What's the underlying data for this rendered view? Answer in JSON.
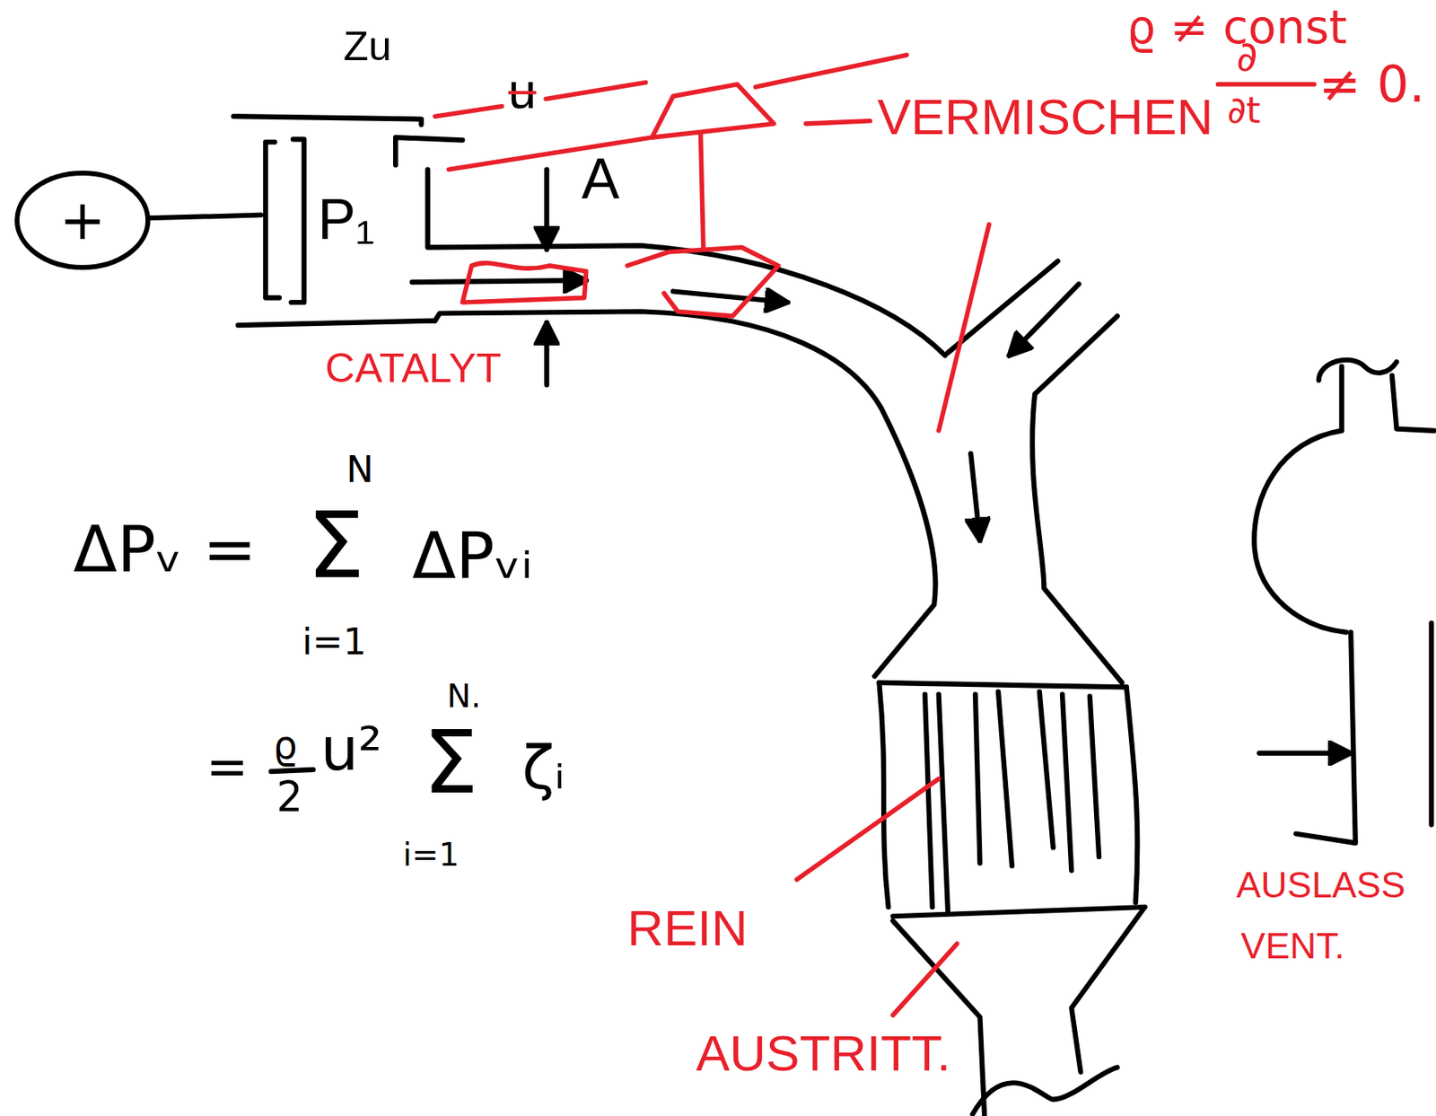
{
  "diagram": {
    "nodes": [
      {
        "text": [
          "+"
        ]
      },
      {
        "text": [
          "P₁"
        ]
      }
    ],
    "edges": [
      {
        "from": 0,
        "to": 1,
        "arrow": "none"
      }
    ],
    "labels": [
      "Zu",
      "u",
      "A",
      "ϱ ≠ const",
      "VERMISCHEN",
      "∂",
      "∂t",
      "≠ 0.",
      "CATALYT",
      "ΔPᵥ =",
      "N",
      "Σ",
      "i=1",
      "ΔPᵥᵢ",
      "=",
      "ϱ",
      "2",
      "u²",
      "N.",
      "Σ",
      "i=1",
      "ζᵢ",
      "REIN",
      "AUSTRITT.",
      "AUSLASS",
      "VENT."
    ]
  }
}
